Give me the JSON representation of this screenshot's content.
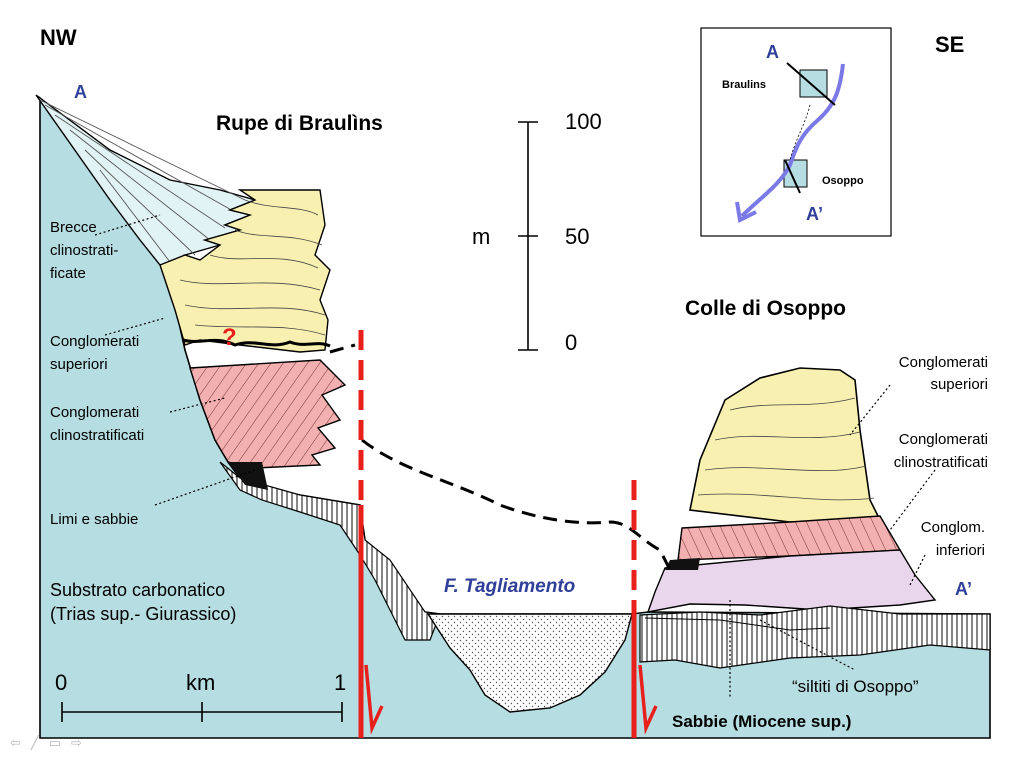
{
  "orientation": {
    "left": "NW",
    "right": "SE"
  },
  "section_points": {
    "start": "A",
    "end": "A’"
  },
  "titles": {
    "braulins": "Rupe di Braulìns",
    "osoppo": "Colle di Osoppo",
    "river": "F. Tagliamento"
  },
  "vertical_scale": {
    "unit": "m",
    "ticks": [
      "100",
      "50",
      "0"
    ]
  },
  "horizontal_scale": {
    "unit": "km",
    "ticks": [
      "0",
      "1"
    ]
  },
  "labels_left": {
    "brecce": [
      "Brecce",
      "clinostrati-",
      "ficate"
    ],
    "cong_sup": [
      "Conglomerati",
      "superiori"
    ],
    "cong_clino": [
      "Conglomerati",
      "clinostratificati"
    ],
    "limi": "Limi e sabbie",
    "substrato": [
      "Substrato carbonatico",
      "(Trias sup.- Giurassico)"
    ]
  },
  "labels_right": {
    "cong_sup": [
      "Conglomerati",
      "superiori"
    ],
    "cong_clino": [
      "Conglomerati",
      "clinostratificati"
    ],
    "cong_inf": [
      "Conglom.",
      "inferiori"
    ],
    "siltiti": "“siltiti di Osoppo”",
    "sabbie": "Sabbie (Miocene sup.)"
  },
  "uncertain_mark": "?",
  "inset_map": {
    "point_a": "A",
    "point_a2": "A’",
    "braulins": "Braulins",
    "osoppo": "Osoppo"
  },
  "colors": {
    "substrate": "#b6dde1",
    "breccia": "#e2f3f5",
    "upper_conglomerates": "#f8f0b0",
    "clino_conglomerates": "#f2b0b0",
    "lower_conglomerates": "#ead6ec",
    "fault": "#e8201c",
    "river_arrow": "#7b79e6",
    "label_blue": "#2f3f9a"
  },
  "nav_icons": [
    "back-arrow-icon",
    "pen-icon",
    "menu-icon",
    "forward-arrow-icon"
  ]
}
